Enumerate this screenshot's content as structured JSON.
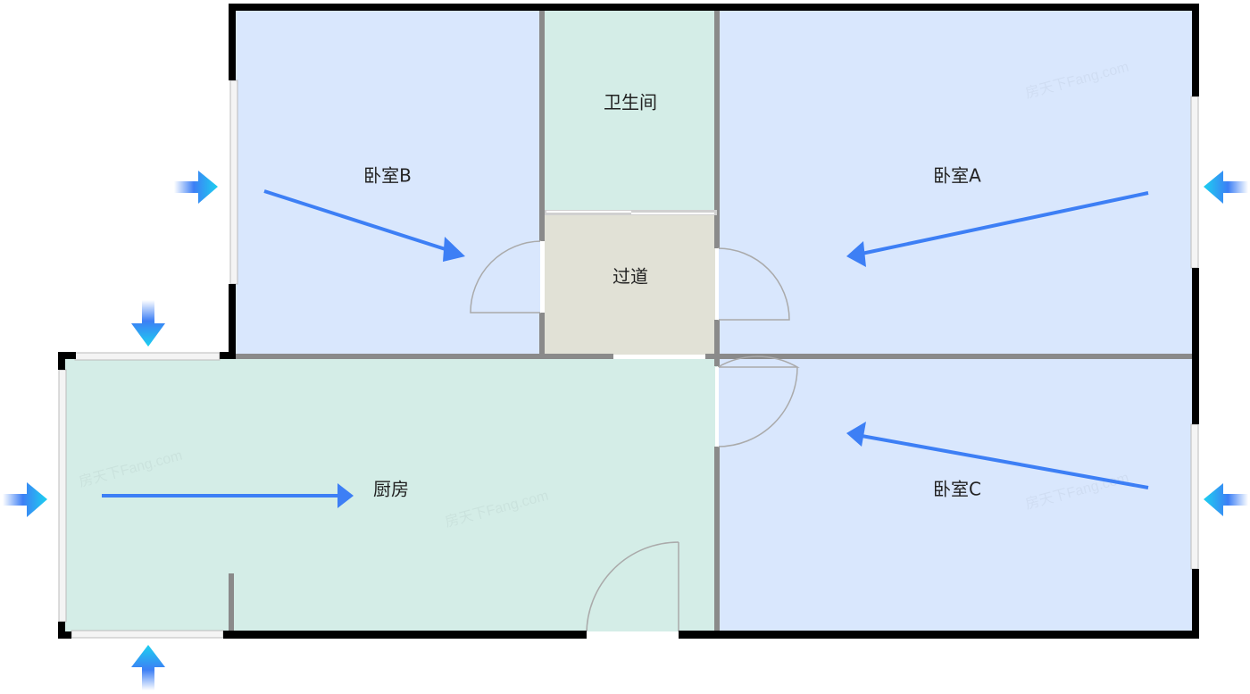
{
  "rooms": {
    "bedroom_b": "卧室B",
    "bathroom": "卫生间",
    "bedroom_a": "卧室A",
    "corridor": "过道",
    "kitchen": "厨房",
    "bedroom_c": "卧室C"
  },
  "watermark": "房天下Fang.com",
  "colors": {
    "bedroom": "#d9e7fd",
    "wet": "#d4ede7",
    "corridor": "#e1e1d6",
    "wall": "#000000",
    "inner_wall": "#8a8a8a",
    "flow_arrow": "#3d7ff5",
    "light_arrow": "#1cc8f0"
  }
}
